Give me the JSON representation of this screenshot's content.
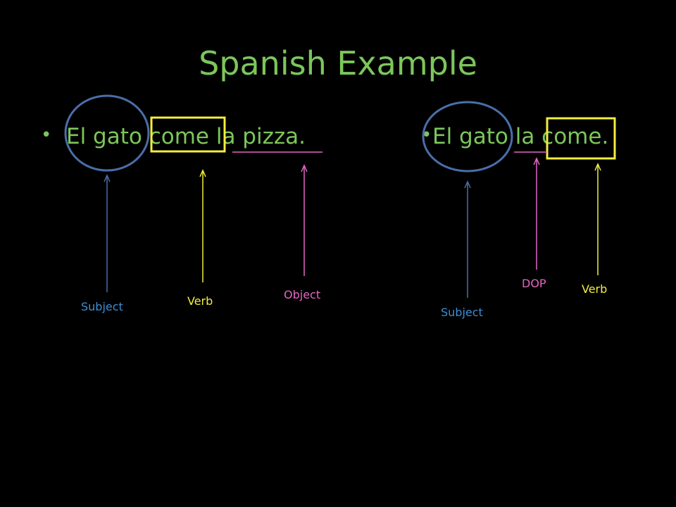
{
  "slide": {
    "title": "Spanish Example",
    "bullets": [
      {
        "bullet": "•",
        "text": "El gato come la pizza."
      },
      {
        "bullet": "•",
        "text": "El gato la come."
      }
    ],
    "labels": {
      "left_subject": "Subject",
      "left_verb": "Verb",
      "left_object": "Object",
      "right_subject": "Subject",
      "right_dop": "DOP",
      "right_verb": "Verb"
    }
  },
  "colors": {
    "background": "#000000",
    "text_green": "#7cc65b",
    "circle_blue": "#4a6ea9",
    "box_yellow": "#f2ee3c",
    "line_pink": "#e466c4",
    "label_blue": "#3a8fd6",
    "label_yellow": "#f2ee3c",
    "label_pink": "#e466c4"
  }
}
